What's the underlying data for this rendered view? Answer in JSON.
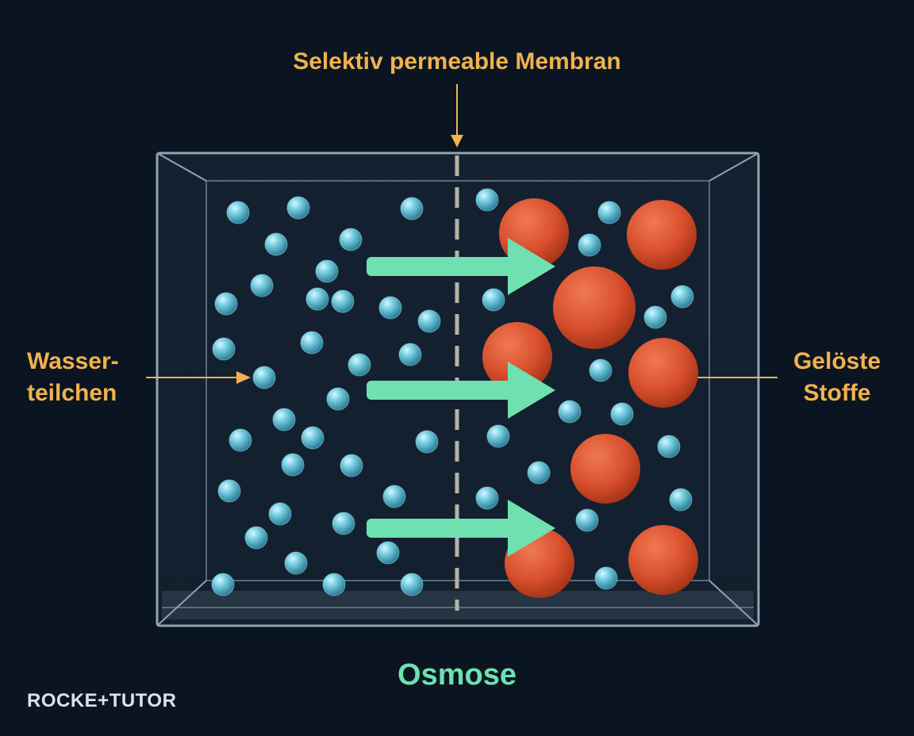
{
  "labels": {
    "membrane": "Selektiv permeable Membran",
    "water_line1": "Wasser-",
    "water_line2": "teilchen",
    "solute_line1": "Gelöste",
    "solute_line2": "Stoffe"
  },
  "caption": "Osmose",
  "brand": "ROCKE+TUTOR",
  "colors": {
    "background": "#0b1522",
    "label": "#f0b24e",
    "arrow": "#6fe0b0",
    "water_particle": "#5cc3d8",
    "solute_particle": "#d9502e",
    "membrane": "#b8b1a6"
  },
  "icons": [
    "water-particle-icon",
    "solute-particle-icon",
    "flow-arrow-icon"
  ]
}
